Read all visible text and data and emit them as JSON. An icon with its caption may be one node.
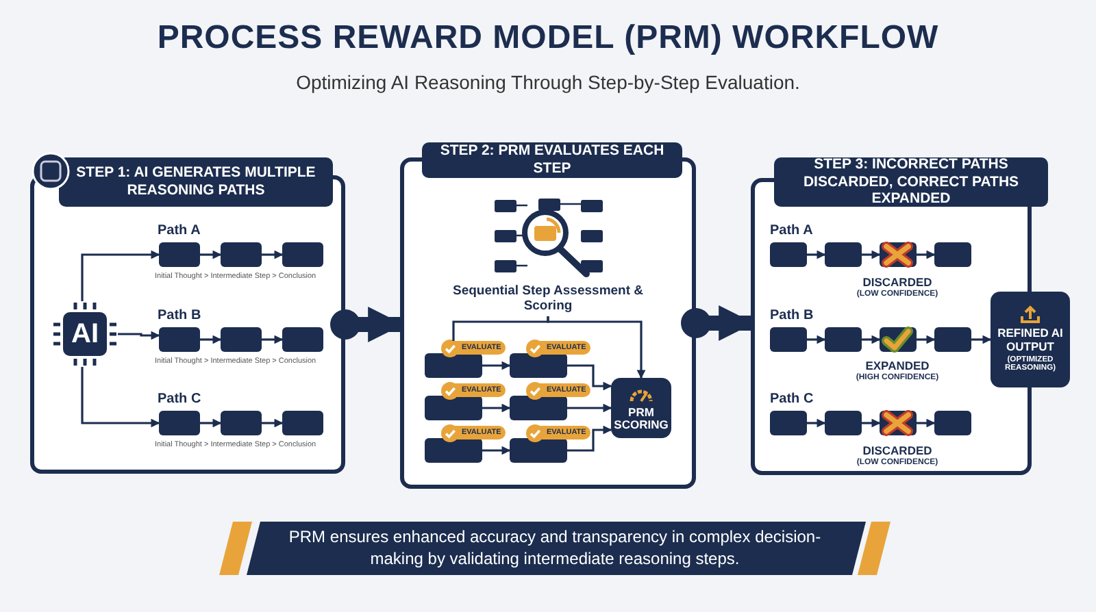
{
  "diagram": {
    "title": "PROCESS REWARD MODEL (PRM) WORKFLOW",
    "caption": "PRM ensures enhanced accuracy and transparency in complex decision-making by validating intermediate reasoning steps.",
    "nodes": [
      {
        "text": [
          "**STEP 1:** AI GENERATES MULTIPLE REASONING PATHS"
        ]
      },
      {
        "text": [
          "AI"
        ],
        "in": 0
      },
      {
        "text": [],
        "shape": "box",
        "in": 0
      },
      {
        "text": [],
        "shape": "box",
        "in": 0
      },
      {
        "text": [],
        "shape": "box",
        "in": 0
      },
      {
        "text": [],
        "shape": "box",
        "in": 0
      },
      {
        "text": [],
        "shape": "box",
        "in": 0
      },
      {
        "text": [],
        "shape": "box",
        "in": 0
      },
      {
        "text": [],
        "shape": "box",
        "in": 0
      },
      {
        "text": [],
        "shape": "box",
        "in": 0
      },
      {
        "text": [],
        "shape": "box",
        "in": 0
      },
      {
        "text": [
          "**STEP 2:** PRM EVALUATES EACH STEP"
        ]
      },
      {
        "text": [
          "Sequential Step Assessment & Scoring"
        ],
        "in": 11
      },
      {
        "text": [
          "EVALUATE"
        ],
        "in": 11
      },
      {
        "text": [
          "EVALUATE"
        ],
        "in": 11
      },
      {
        "text": [
          "EVALUATE"
        ],
        "in": 11
      },
      {
        "text": [
          "EVALUATE"
        ],
        "in": 11
      },
      {
        "text": [
          "EVALUATE"
        ],
        "in": 11
      },
      {
        "text": [
          "EVALUATE"
        ],
        "in": 11
      },
      {
        "text": [
          "PRM SCORING"
        ],
        "in": 11
      },
      {
        "text": [
          "**STEP 3:** INCORRECT PATHS DISCARDED, CORRECT PATHS EXPANDED"
        ]
      },
      {
        "text": [],
        "shape": "box",
        "in": 20
      },
      {
        "text": [],
        "shape": "box",
        "in": 20
      },
      {
        "text": [],
        "shape": "box",
        "in": 20
      },
      {
        "text": [],
        "shape": "box",
        "in": 20
      },
      {
        "text": [],
        "shape": "box",
        "in": 20
      },
      {
        "text": [],
        "shape": "box",
        "in": 20
      },
      {
        "text": [],
        "shape": "box",
        "in": 20
      },
      {
        "text": [],
        "shape": "box",
        "in": 20
      },
      {
        "text": [],
        "shape": "box",
        "in": 20
      },
      {
        "text": [],
        "shape": "box",
        "in": 20
      },
      {
        "text": [],
        "shape": "box",
        "in": 20
      },
      {
        "text": [],
        "shape": "box",
        "in": 20
      },
      {
        "text": [
          "REFINED AI OUTPUT",
          "(OPTIMIZED REASONING)"
        ]
      }
    ],
    "edges": [
      {
        "from": 1,
        "to": 2,
        "arrow": "to"
      },
      {
        "from": 1,
        "to": 5,
        "arrow": "to"
      },
      {
        "from": 1,
        "to": 8,
        "arrow": "to"
      },
      {
        "from": 2,
        "to": 3,
        "arrow": "to"
      },
      {
        "from": 3,
        "to": 4,
        "arrow": "to"
      },
      {
        "from": 5,
        "to": 6,
        "arrow": "to"
      },
      {
        "from": 6,
        "to": 7,
        "arrow": "to"
      },
      {
        "from": 8,
        "to": 9,
        "arrow": "to"
      },
      {
        "from": 9,
        "to": 10,
        "arrow": "to"
      },
      {
        "from": 0,
        "to": 11,
        "arrow": "to",
        "style": "thick"
      },
      {
        "from": 12,
        "to": 13,
        "arrow": "none"
      },
      {
        "from": 12,
        "to": 19,
        "arrow": "to"
      },
      {
        "from": 13,
        "to": 14,
        "arrow": "to"
      },
      {
        "from": 15,
        "to": 16,
        "arrow": "to"
      },
      {
        "from": 17,
        "to": 18,
        "arrow": "to"
      },
      {
        "from": 14,
        "to": 19,
        "arrow": "to"
      },
      {
        "from": 16,
        "to": 19,
        "arrow": "to"
      },
      {
        "from": 18,
        "to": 19,
        "arrow": "to"
      },
      {
        "from": 11,
        "to": 20,
        "arrow": "to",
        "style": "thick"
      },
      {
        "from": 21,
        "to": 22,
        "arrow": "to"
      },
      {
        "from": 22,
        "to": 23,
        "arrow": "to"
      },
      {
        "from": 23,
        "to": 24,
        "arrow": "to"
      },
      {
        "from": 25,
        "to": 26,
        "arrow": "to"
      },
      {
        "from": 26,
        "to": 27,
        "arrow": "to"
      },
      {
        "from": 27,
        "to": 28,
        "arrow": "to"
      },
      {
        "from": 29,
        "to": 30,
        "arrow": "to"
      },
      {
        "from": 30,
        "to": 31,
        "arrow": "to"
      },
      {
        "from": 31,
        "to": 32,
        "arrow": "to"
      },
      {
        "from": 28,
        "to": 33,
        "arrow": "to"
      }
    ],
    "labels": [
      "Optimizing AI Reasoning Through Step-by-Step Evaluation.",
      "Path A",
      "Initial Thought > Intermediate Step > Conclusion",
      "Path B",
      "Initial Thought > Intermediate Step > Conclusion",
      "Path C",
      "Initial Thought > Intermediate Step > Conclusion",
      "Path A",
      "DISCARDED",
      "(LOW CONFIDENCE)",
      "Path B",
      "EXPANDED",
      "(HIGH CONFIDENCE)",
      "Path C",
      "DISCARDED",
      "(LOW CONFIDENCE)"
    ]
  }
}
